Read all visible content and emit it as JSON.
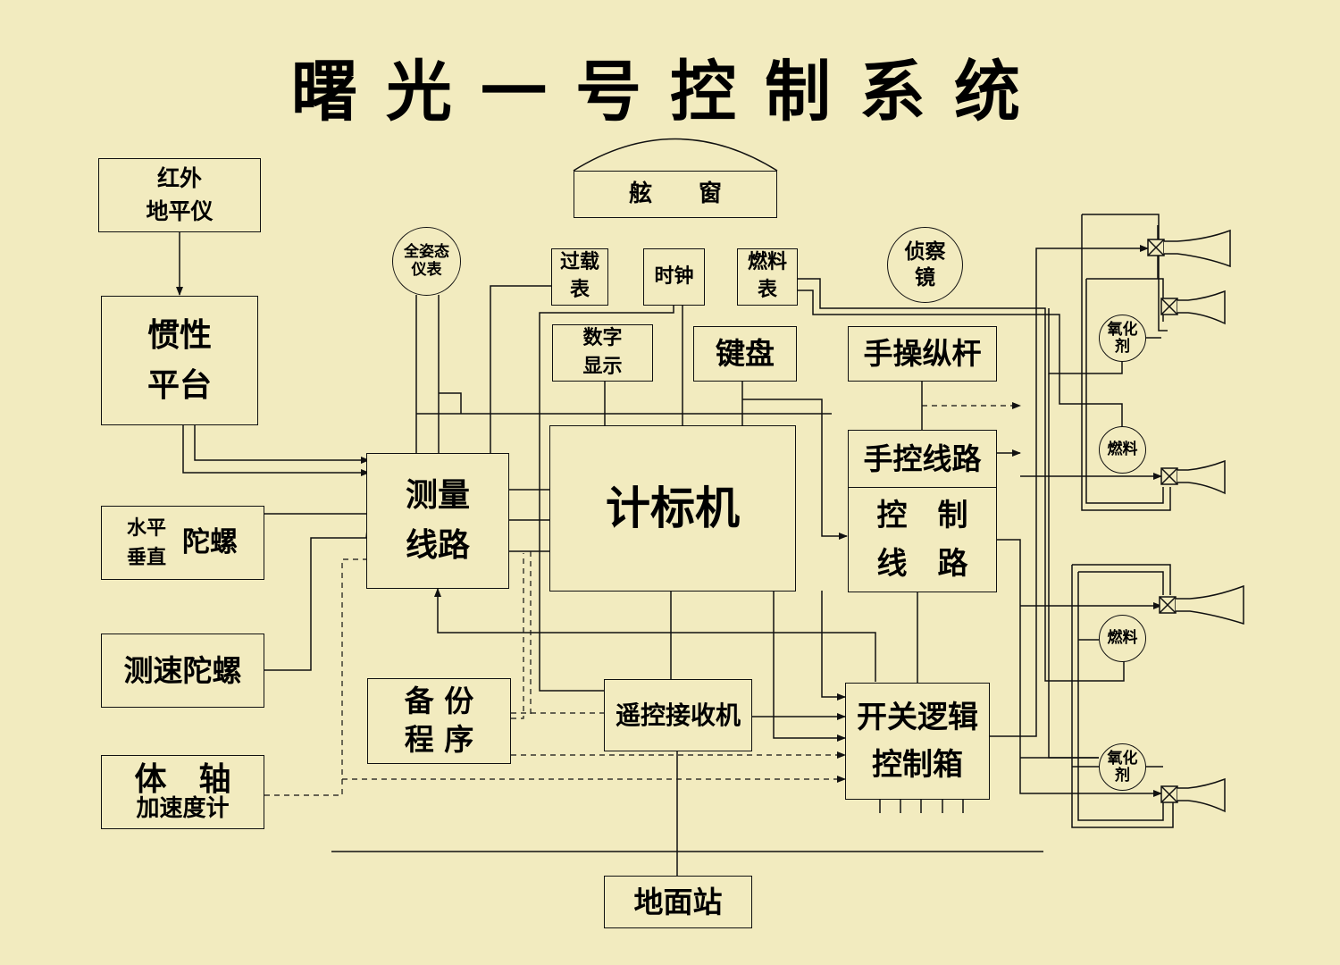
{
  "title": "曙光一号控制系统",
  "blocks": {
    "infrared": [
      "红外",
      "地平仪"
    ],
    "inertial": [
      "惯性",
      "平台"
    ],
    "gyro_small": [
      "水平",
      "垂直"
    ],
    "gyro_big": "陀螺",
    "rate_gyro": "测速陀螺",
    "accel_top": "体　轴",
    "accel_bottom": "加速度计",
    "measure": [
      "测量",
      "线路"
    ],
    "attitude": [
      "全姿态",
      "仪表"
    ],
    "overload": [
      "过载",
      "表"
    ],
    "clock": "时钟",
    "fuel_gauge": [
      "燃料",
      "表"
    ],
    "window": "舷　　窗",
    "periscope": [
      "侦察",
      "镜"
    ],
    "digital": [
      "数字",
      "显示"
    ],
    "keyboard": "键盘",
    "joystick": "手操纵杆",
    "computer": "计标机",
    "manual": "手控线路",
    "control": [
      "控　制",
      "线　路"
    ],
    "backup": [
      "备 份",
      "程 序"
    ],
    "receiver": "遥控接收机",
    "switch": [
      "开关逻辑",
      "控制箱"
    ],
    "ground": "地面站",
    "oxidizer_1": [
      "氧化",
      "剂"
    ],
    "fuel_1": "燃料",
    "fuel_2": "燃料",
    "oxidizer_2": [
      "氧化",
      "剂"
    ]
  }
}
